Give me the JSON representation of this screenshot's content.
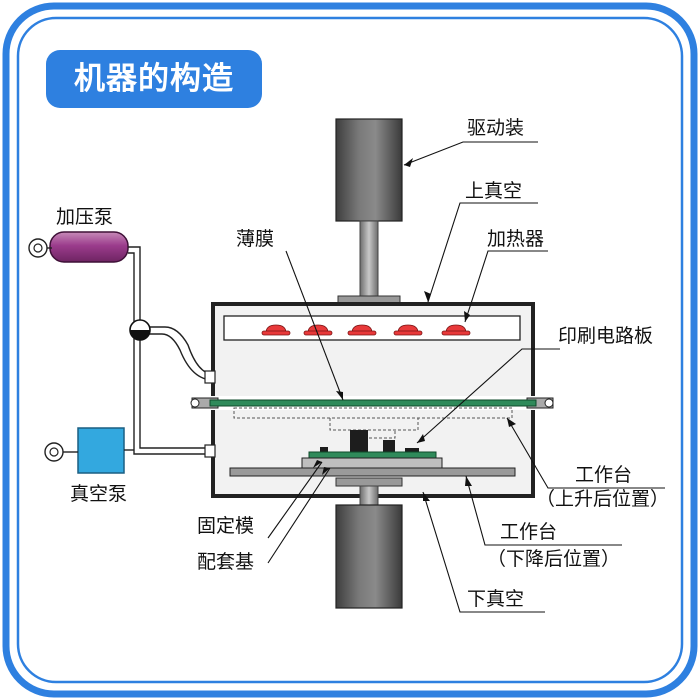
{
  "title": "机器的构造",
  "labels": {
    "drive": "驱动装",
    "upper_vacuum": "上真空",
    "heater": "加热器",
    "film": "薄膜",
    "pressure_pump": "加压泵",
    "pcb": "印刷电路板",
    "vacuum_pump": "真空泵",
    "table_up_1": "工作台",
    "table_up_2": "（上升后位置）",
    "table_down_1": "工作台",
    "table_down_2": "（下降后位置）",
    "fixed_mold": "固定模",
    "matching_base": "配套基",
    "lower_vacuum": "下真空"
  },
  "colors": {
    "frame_blue": "#2e80e0",
    "cylinder": "#5a5a5a",
    "chamber_fill": "#f2f2f2",
    "heater_red": "#e8393a",
    "pcb_green": "#2f8a5a",
    "pressure_pump": "#9b3c8c",
    "vacuum_pump": "#33a8df"
  }
}
